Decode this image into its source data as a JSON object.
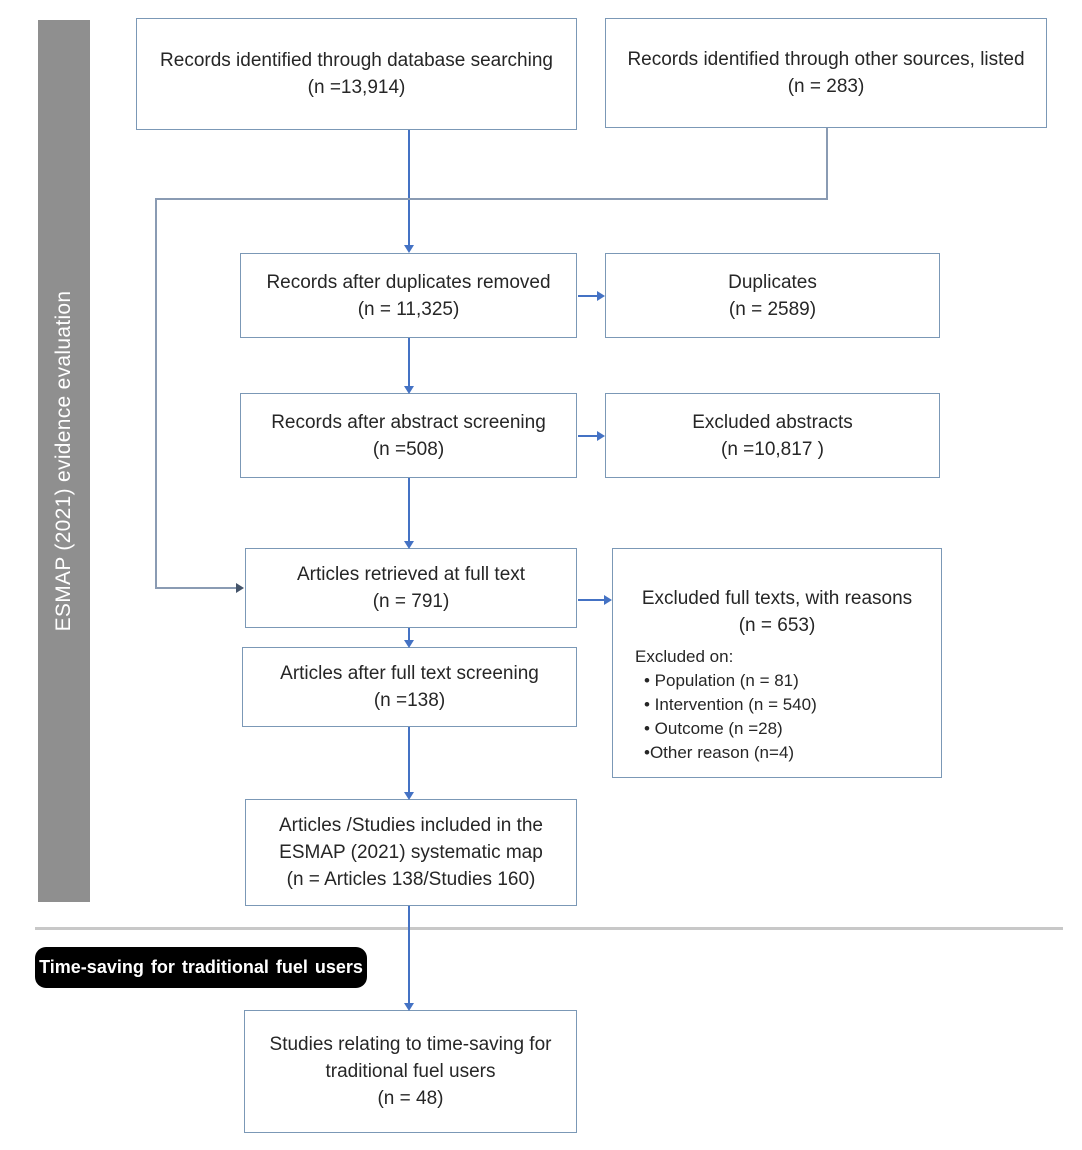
{
  "sidebar": {
    "label": "ESMAP (2021) evidence evaluation"
  },
  "nodes": {
    "db_search": {
      "line1": "Records identified through database searching",
      "line2": "(n =13,914)"
    },
    "other_sources": {
      "line1": "Records identified through other sources, listed",
      "line2": "(n = 283)"
    },
    "dup_removed": {
      "line1": "Records after duplicates removed",
      "line2": "(n = 11,325)"
    },
    "duplicates": {
      "line1": "Duplicates",
      "line2": "(n = 2589)"
    },
    "abstract_screen": {
      "line1": "Records after abstract screening",
      "line2": "(n =508)"
    },
    "excluded_abs": {
      "line1": "Excluded abstracts",
      "line2": "(n =10,817 )"
    },
    "full_text": {
      "line1": "Articles retrieved at full text",
      "line2": "(n = 791)"
    },
    "excluded_ft": {
      "line1": "Excluded full texts, with reasons",
      "line2": "(n = 653)",
      "sub_heading": "Excluded on:",
      "bullets": [
        "• Population (n = 81)",
        "• Intervention  (n = 540)",
        "• Outcome (n =28)",
        "•Other reason (n=4)"
      ]
    },
    "ft_screening": {
      "line1": "Articles after full text screening",
      "line2": "(n =138)"
    },
    "systematic_map": {
      "line1": "Articles /Studies  included in the",
      "line2": "ESMAP (2021) systematic map",
      "line3": "(n = Articles 138/Studies 160)"
    },
    "section_label": {
      "text": "Time-saving for traditional fuel users"
    },
    "time_saving": {
      "line1": "Studies relating to time-saving for",
      "line2": "traditional fuel users",
      "line3": "(n = 48)"
    }
  },
  "colors": {
    "box_border": "#7b98b6",
    "arrow_blue": "#4472c4",
    "connector_gray": "#8a9bb3",
    "sidebar_gray": "#8f8f8f",
    "divider_gray": "#c8c8c8",
    "label_bg": "#000000",
    "label_text": "#ffffff"
  }
}
